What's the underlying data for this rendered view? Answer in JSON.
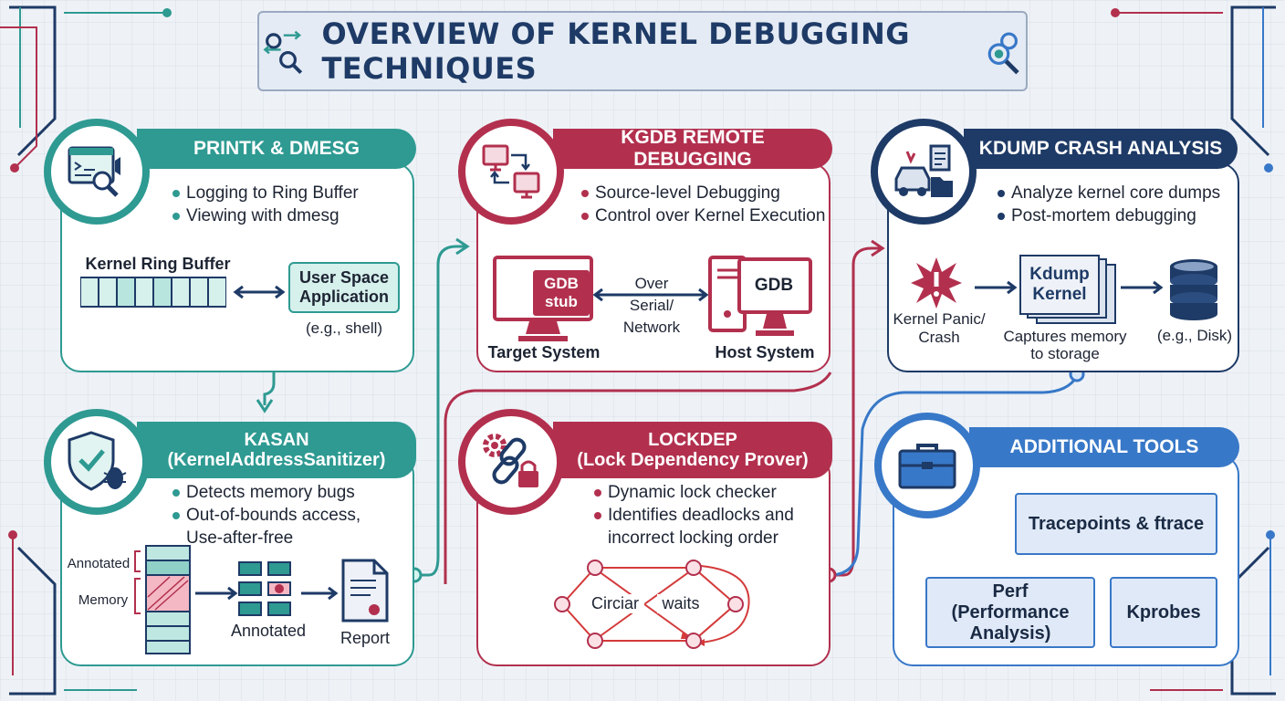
{
  "title": "OVERVIEW OF KERNEL DEBUGGING TECHNIQUES",
  "colors": {
    "teal": "#2e9a92",
    "crimson": "#b2304e",
    "navy": "#1e3a66",
    "blue": "#3878c8"
  },
  "printk": {
    "heading": "PRINTK & DMESG",
    "icon": "monitor-speaker-magnifier-icon",
    "bullets": [
      "Logging to Ring Buffer",
      "Viewing with dmesg"
    ],
    "ring_buffer_label": "Kernel Ring Buffer",
    "app_label": "User Space Application",
    "app_example": "(e.g., shell)"
  },
  "kgdb": {
    "heading": "KGDB REMOTE DEBUGGING",
    "icon": "two-computers-icon",
    "bullets": [
      "Source-level Debugging",
      "Control over Kernel Execution"
    ],
    "stub_label": "GDB stub",
    "link_label": "Over Serial/ Network",
    "gdb_label": "GDB",
    "target_label": "Target System",
    "host_label": "Host System"
  },
  "kdump": {
    "heading": "KDUMP CRASH ANALYSIS",
    "icon": "car-crash-files-icon",
    "bullets": [
      "Analyze kernel core dumps",
      "Post-mortem debugging"
    ],
    "panic_label": "Kernel Panic/ Crash",
    "kernel_label": "Kdump Kernel",
    "capture_label": "Captures memory to storage",
    "disk_label": "(e.g., Disk)"
  },
  "kasan": {
    "heading_line1": "KASAN",
    "heading_line2": "(KernelAddressSanitizer)",
    "icon": "shield-bug-icon",
    "bullets": [
      "Detects memory bugs",
      "Out-of-bounds access, Use-after-free"
    ],
    "annotated_tag": "Annotated",
    "memory_tag": "Memory",
    "annotated_label": "Annotated",
    "report_label": "Report"
  },
  "lockdep": {
    "heading_line1": "LOCKDEP",
    "heading_line2": "(Lock Dependency Prover)",
    "icon": "gear-chain-lock-icon",
    "bullets": [
      "Dynamic lock checker",
      "Identifies deadlocks and incorrect locking order"
    ],
    "left_label": "Circiar",
    "right_label": "waits"
  },
  "tools": {
    "heading": "ADDITIONAL TOOLS",
    "icon": "toolbox-icon",
    "items": [
      "Tracepoints & ftrace",
      "Perf (Performance Analysis)",
      "Kprobes"
    ]
  }
}
